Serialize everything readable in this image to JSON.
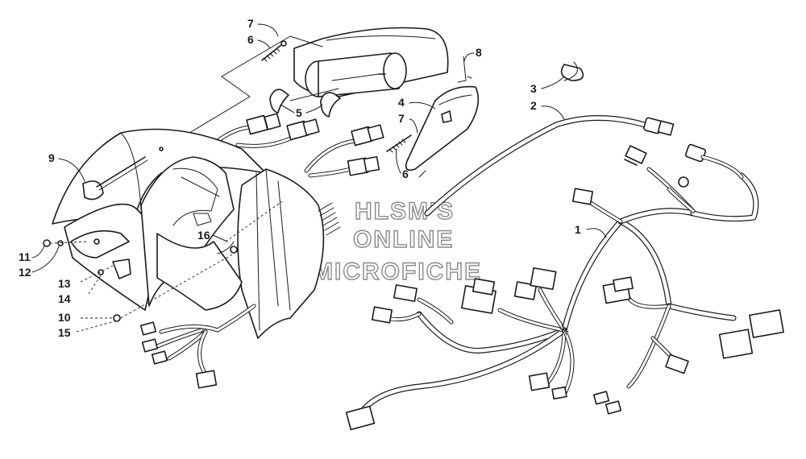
{
  "diagram": {
    "callouts": [
      {
        "id": "callout-1",
        "label": "1"
      },
      {
        "id": "callout-2",
        "label": "2"
      },
      {
        "id": "callout-3",
        "label": "3"
      },
      {
        "id": "callout-4",
        "label": "4"
      },
      {
        "id": "callout-5",
        "label": "5"
      },
      {
        "id": "callout-6-top",
        "label": "6"
      },
      {
        "id": "callout-6-mid",
        "label": "6"
      },
      {
        "id": "callout-7-top",
        "label": "7"
      },
      {
        "id": "callout-7-mid",
        "label": "7"
      },
      {
        "id": "callout-8",
        "label": "8"
      },
      {
        "id": "callout-9",
        "label": "9"
      },
      {
        "id": "callout-10",
        "label": "10"
      },
      {
        "id": "callout-11",
        "label": "11"
      },
      {
        "id": "callout-12",
        "label": "12"
      },
      {
        "id": "callout-13",
        "label": "13"
      },
      {
        "id": "callout-14",
        "label": "14"
      },
      {
        "id": "callout-15",
        "label": "15"
      },
      {
        "id": "callout-16",
        "label": "16"
      }
    ]
  },
  "watermark": {
    "line1": "HLSM'S",
    "line2": "ONLINE",
    "line3": "MICROFICHE",
    "color": "#8a8a8a"
  }
}
